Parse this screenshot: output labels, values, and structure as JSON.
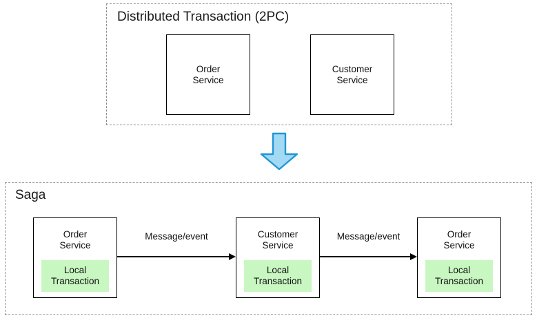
{
  "diagram": {
    "title_semantics": "Distributed Transaction (2PC) compared with Saga pattern",
    "colors": {
      "local_transaction_fill": "#c9f7c2",
      "blue_arrow_fill": "#a3d9f2",
      "blue_arrow_stroke": "#2196d6",
      "group_border": "#8f8f8f",
      "box_border": "#000000",
      "text": "#111111",
      "background": "#ffffff"
    },
    "groups": [
      {
        "id": "distributed-transaction",
        "title": "Distributed Transaction (2PC)",
        "services": [
          {
            "id": "order-service-2pc",
            "name": "Order\nService"
          },
          {
            "id": "customer-service-2pc",
            "name": "Customer\nService"
          }
        ]
      },
      {
        "id": "saga",
        "title": "Saga",
        "services": [
          {
            "id": "saga-order-service-1",
            "name": "Order\nService",
            "local_transaction": "Local\nTransaction"
          },
          {
            "id": "saga-customer-service",
            "name": "Customer\nService",
            "local_transaction": "Local\nTransaction"
          },
          {
            "id": "saga-order-service-2",
            "name": "Order\nService",
            "local_transaction": "Local\nTransaction"
          }
        ],
        "edges": [
          {
            "id": "edge-1",
            "label": "Message/event",
            "from": "saga-order-service-1",
            "to": "saga-customer-service"
          },
          {
            "id": "edge-2",
            "label": "Message/event",
            "from": "saga-customer-service",
            "to": "saga-order-service-2"
          }
        ]
      }
    ],
    "transition_arrow": {
      "id": "down-arrow",
      "direction": "down",
      "semantic": "transforms-into"
    }
  }
}
